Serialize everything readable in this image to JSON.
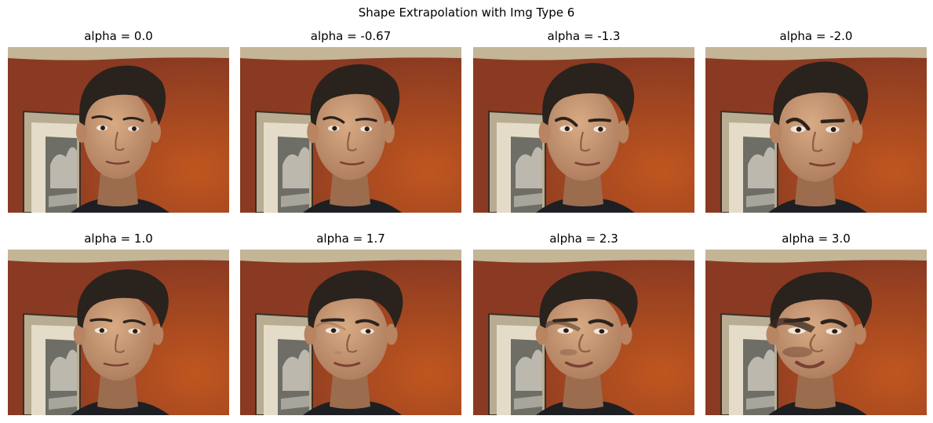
{
  "figure": {
    "title": "Shape Extrapolation with Img Type 6"
  },
  "panels": [
    {
      "title": "alpha = 0.0",
      "alpha": 0.0
    },
    {
      "title": "alpha = -0.67",
      "alpha": -0.67
    },
    {
      "title": "alpha = -1.3",
      "alpha": -1.3
    },
    {
      "title": "alpha = -2.0",
      "alpha": -2.0
    },
    {
      "title": "alpha = 1.0",
      "alpha": 1.0
    },
    {
      "title": "alpha = 1.7",
      "alpha": 1.7
    },
    {
      "title": "alpha = 2.3",
      "alpha": 2.3
    },
    {
      "title": "alpha = 3.0",
      "alpha": 3.0
    }
  ],
  "colors": {
    "wall": "#8a3a22",
    "wall_glow": "#c0561f",
    "ceiling": "#c3b596",
    "hair": "#2a221d",
    "skin": "#c99a72",
    "shirt": "#1d1f23",
    "frame": "#b8ad92",
    "frame_inner": "#e4dcc8",
    "picture": "#6e6d66"
  }
}
